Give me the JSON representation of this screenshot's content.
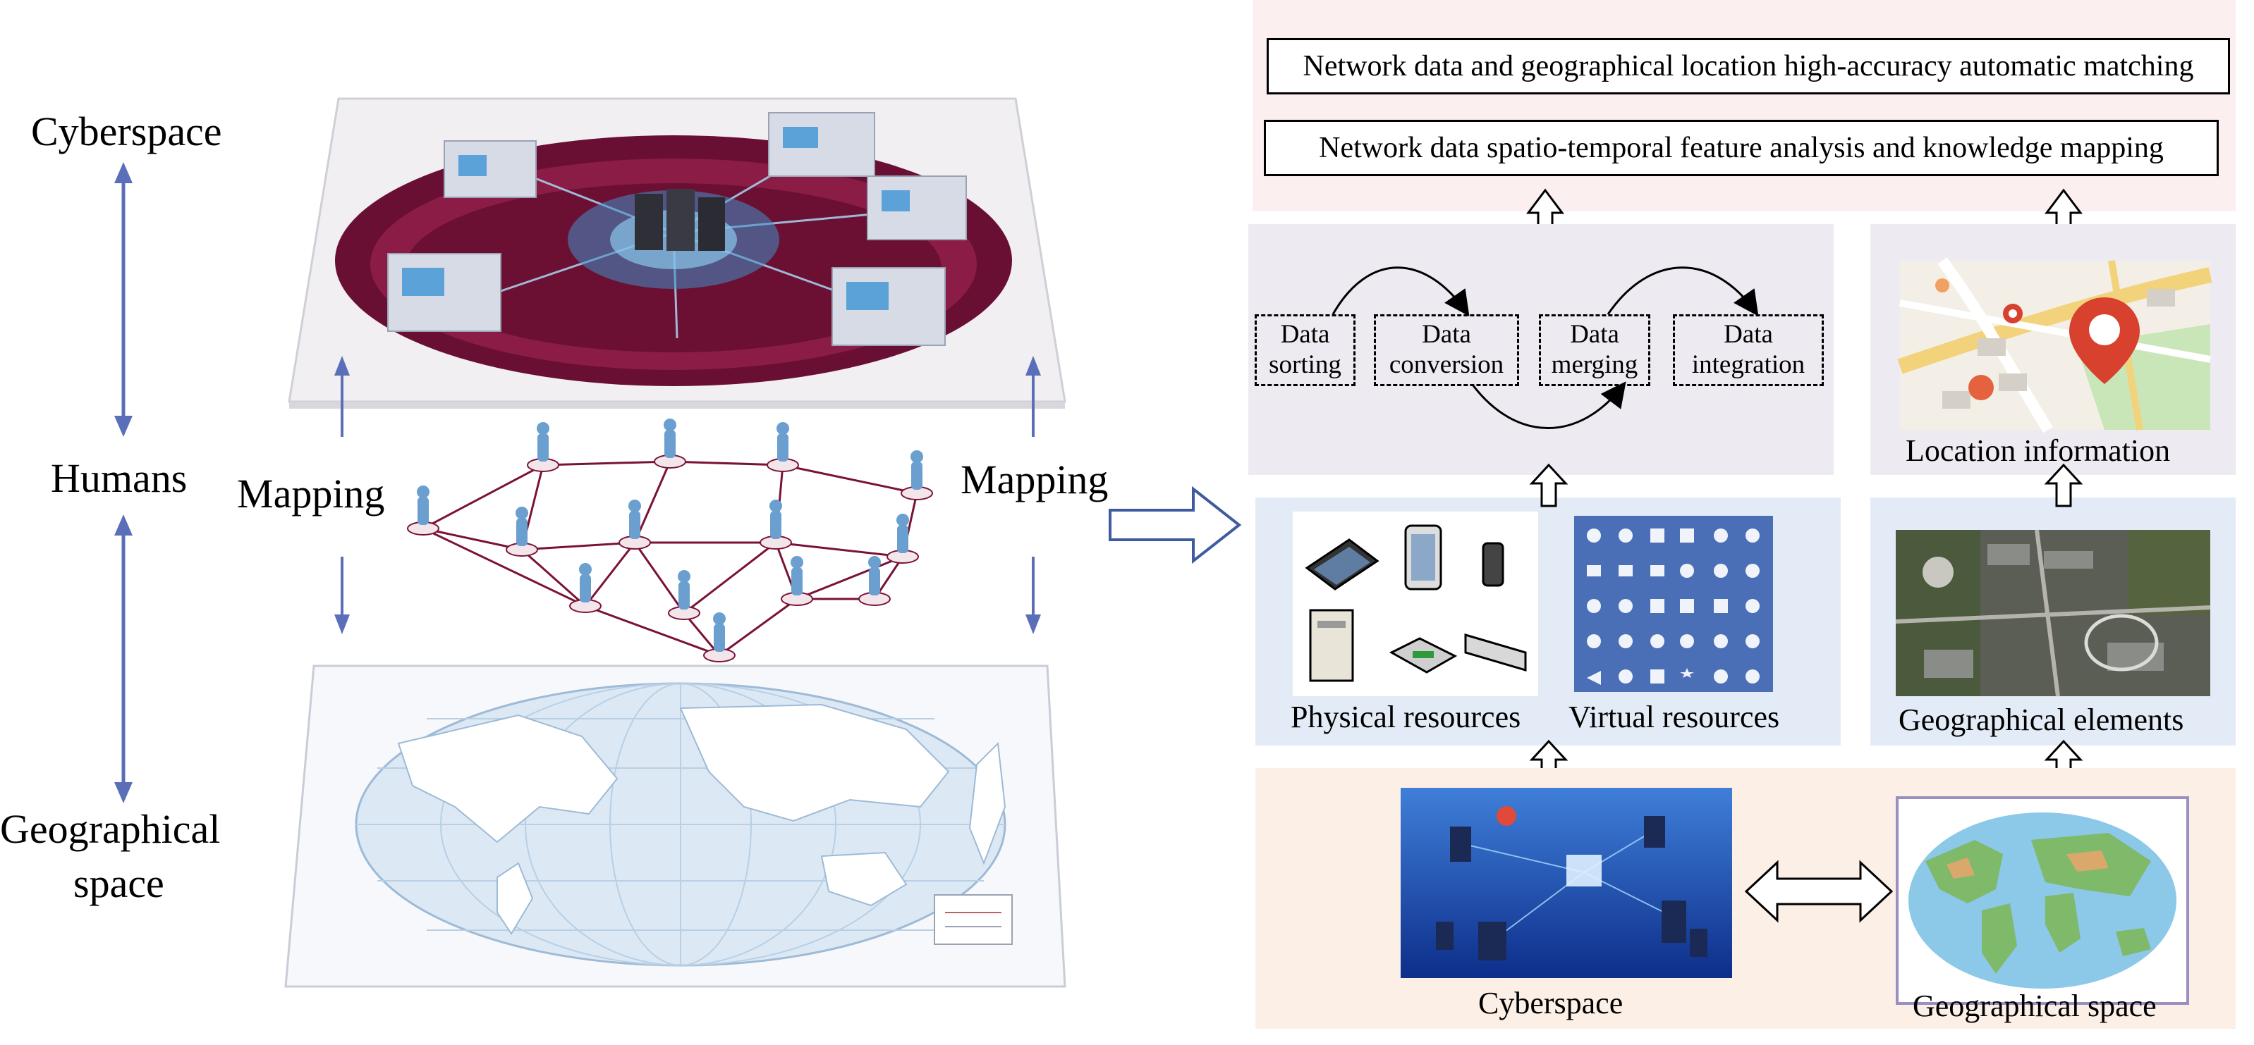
{
  "left": {
    "cyberspace": "Cyberspace",
    "humans": "Humans",
    "geo_line1": "Geographical",
    "geo_line2": "space",
    "mapping_left": "Mapping",
    "mapping_right": "Mapping"
  },
  "right": {
    "top_box_1": "Network data and geographical location high-accuracy automatic matching",
    "top_box_2": "Network data spatio-temporal feature analysis and knowledge mapping",
    "process": [
      {
        "line1": "Data",
        "line2": "sorting"
      },
      {
        "line1": "Data",
        "line2": "conversion"
      },
      {
        "line1": "Data",
        "line2": "merging"
      },
      {
        "line1": "Data",
        "line2": "integration"
      }
    ],
    "location_information": "Location information",
    "physical_resources": "Physical resources",
    "virtual_resources": "Virtual resources",
    "geographical_elements": "Geographical elements",
    "cyberspace": "Cyberspace",
    "geographical_space": "Geographical space"
  },
  "colors": {
    "arrow_blue": "#5b6fb8",
    "top_bg": "#fbeff0",
    "process_bg": "#eeeaf2",
    "resource_bg": "#e3ecf6",
    "bottom_bg": "#fbefe6",
    "crimson": "#7a1238"
  }
}
